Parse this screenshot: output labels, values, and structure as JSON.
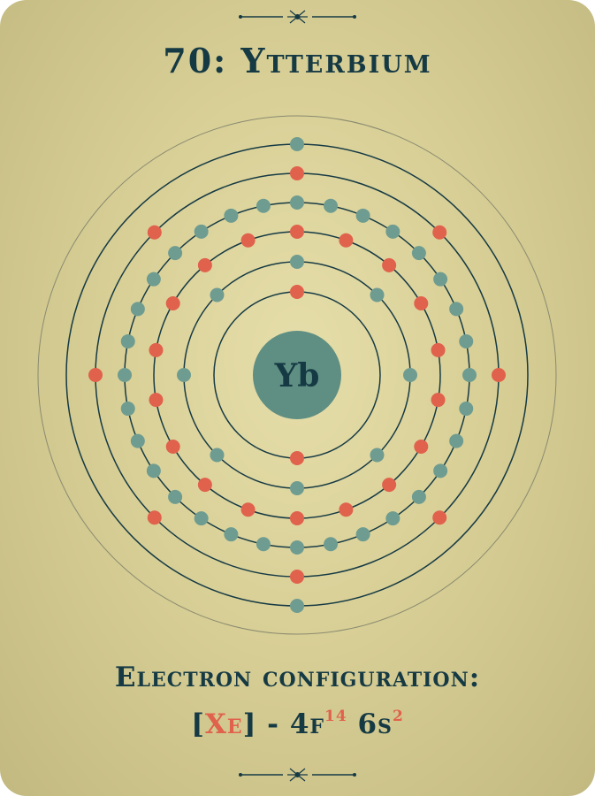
{
  "element": {
    "title": "70: Ytterbium",
    "symbol": "Yb"
  },
  "configuration": {
    "label": "Electron configuration:",
    "bracket_open": "[",
    "core": "Xe",
    "bracket_close": "]",
    "separator": " - ",
    "orbital_1": "4f",
    "orbital_1_count": "14",
    "orbital_2": "6s",
    "orbital_2_count": "2"
  },
  "shells": [
    {
      "electrons": 2,
      "color": "#e0614c"
    },
    {
      "electrons": 8,
      "color": "#6f9c90"
    },
    {
      "electrons": 18,
      "color": "#e0614c"
    },
    {
      "electrons": 32,
      "color": "#6f9c90"
    },
    {
      "electrons": 8,
      "color": "#e0614c"
    },
    {
      "electrons": 2,
      "color": "#6f9c90"
    }
  ],
  "colors": {
    "background": "#ddd4a0",
    "ink": "#163a44",
    "accent": "#e0614c",
    "electron_alt": "#6f9c90",
    "nucleus": "#5f8f83"
  }
}
